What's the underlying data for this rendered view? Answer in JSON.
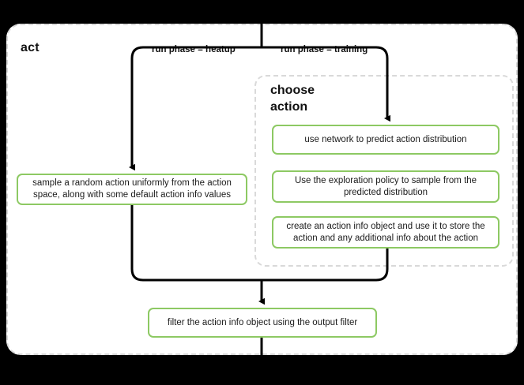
{
  "diagram": {
    "title": "act",
    "group": {
      "title": "choose\naction",
      "title_line1": "choose",
      "title_line2": "action"
    },
    "edge_labels": {
      "heatup": "run phase = heatup",
      "training": "run phase = training"
    },
    "nodes": {
      "sample_random": {
        "line1": "sample a random action uniformly from the action",
        "line2": "space, along with some default action info values"
      },
      "use_network": {
        "line1": "use network to predict action distribution"
      },
      "exploration_policy": {
        "line1": "Use the exploration policy to sample from the",
        "line2": "predicted distribution"
      },
      "create_action_info": {
        "line1": "create an action info object and use it to store the",
        "line2": "action and any additional info about the action"
      },
      "filter_action_info": {
        "line1": "filter the action info object using the output filter"
      }
    },
    "colors": {
      "background": "#000000",
      "panel_fill": "#ffffff",
      "panel_border": "#d9d9d9",
      "node_border": "#8dc963",
      "connector": "#000000",
      "text": "#111111"
    }
  }
}
